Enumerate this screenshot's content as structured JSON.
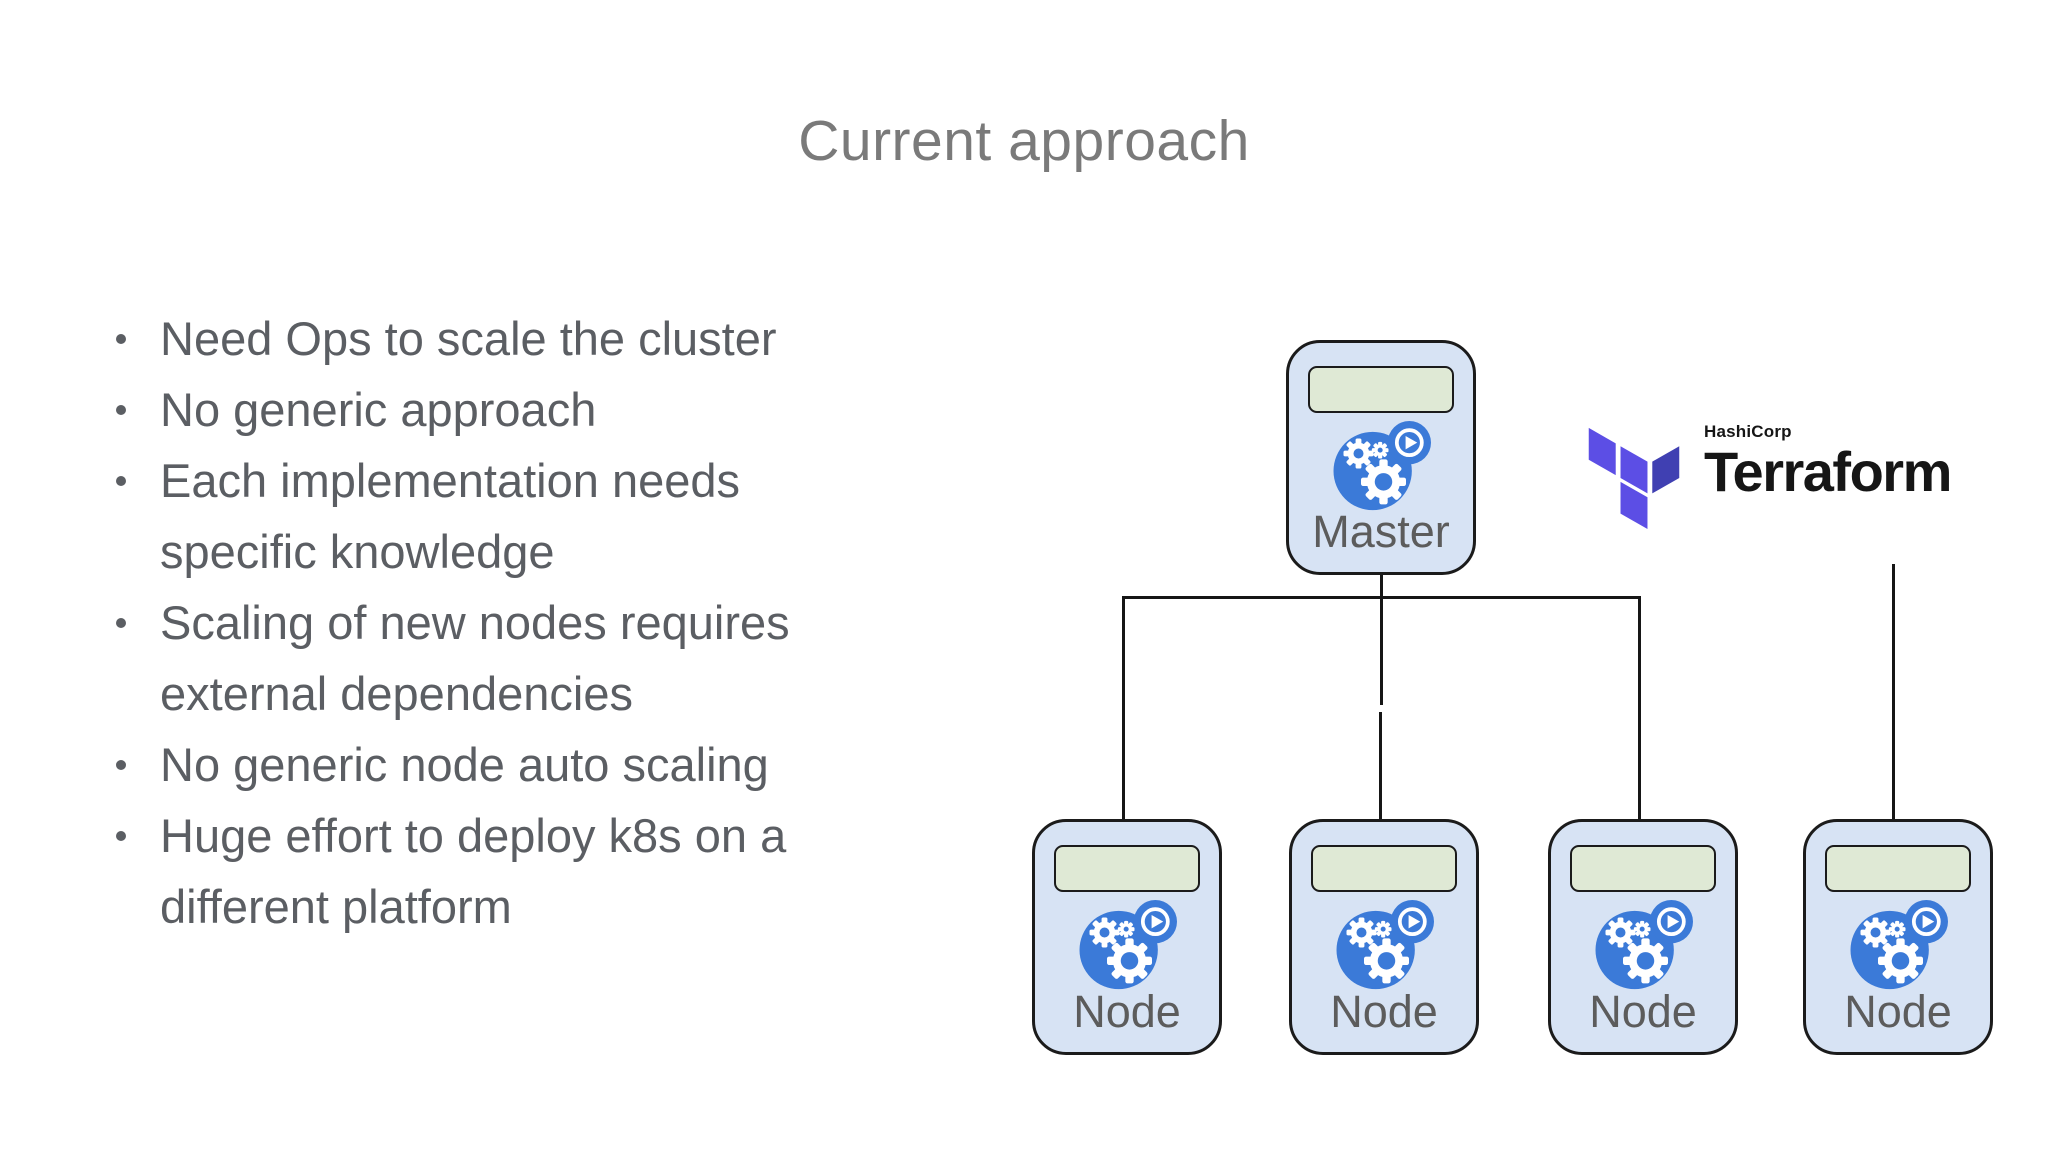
{
  "title": "Current approach",
  "bullets": [
    "Need Ops to scale the cluster",
    "No generic approach",
    "Each implementation needs specific knowledge",
    "Scaling of new nodes requires external dependencies",
    "No generic node auto scaling",
    "Huge effort to deploy k8s on a different platform"
  ],
  "diagram": {
    "master": {
      "label": "Master"
    },
    "nodes": [
      {
        "label": "Node"
      },
      {
        "label": "Node"
      },
      {
        "label": "Node"
      },
      {
        "label": "Node"
      }
    ],
    "terraform": {
      "brand": "HashiCorp",
      "product": "Terraform"
    },
    "icon": "automation-gears-play-icon"
  },
  "colors": {
    "title_gray": "#7a7a7a",
    "text_gray": "#5b5e63",
    "label_gray": "#5c5c5c",
    "box_fill": "#d7e3f4",
    "screen_fill": "#dfe9d5",
    "accent_blue": "#3b7ad8",
    "line_black": "#161616",
    "terraform_purple": "#5c4ee5",
    "terraform_indigo": "#4040b2",
    "wordmark_black": "#161616"
  }
}
